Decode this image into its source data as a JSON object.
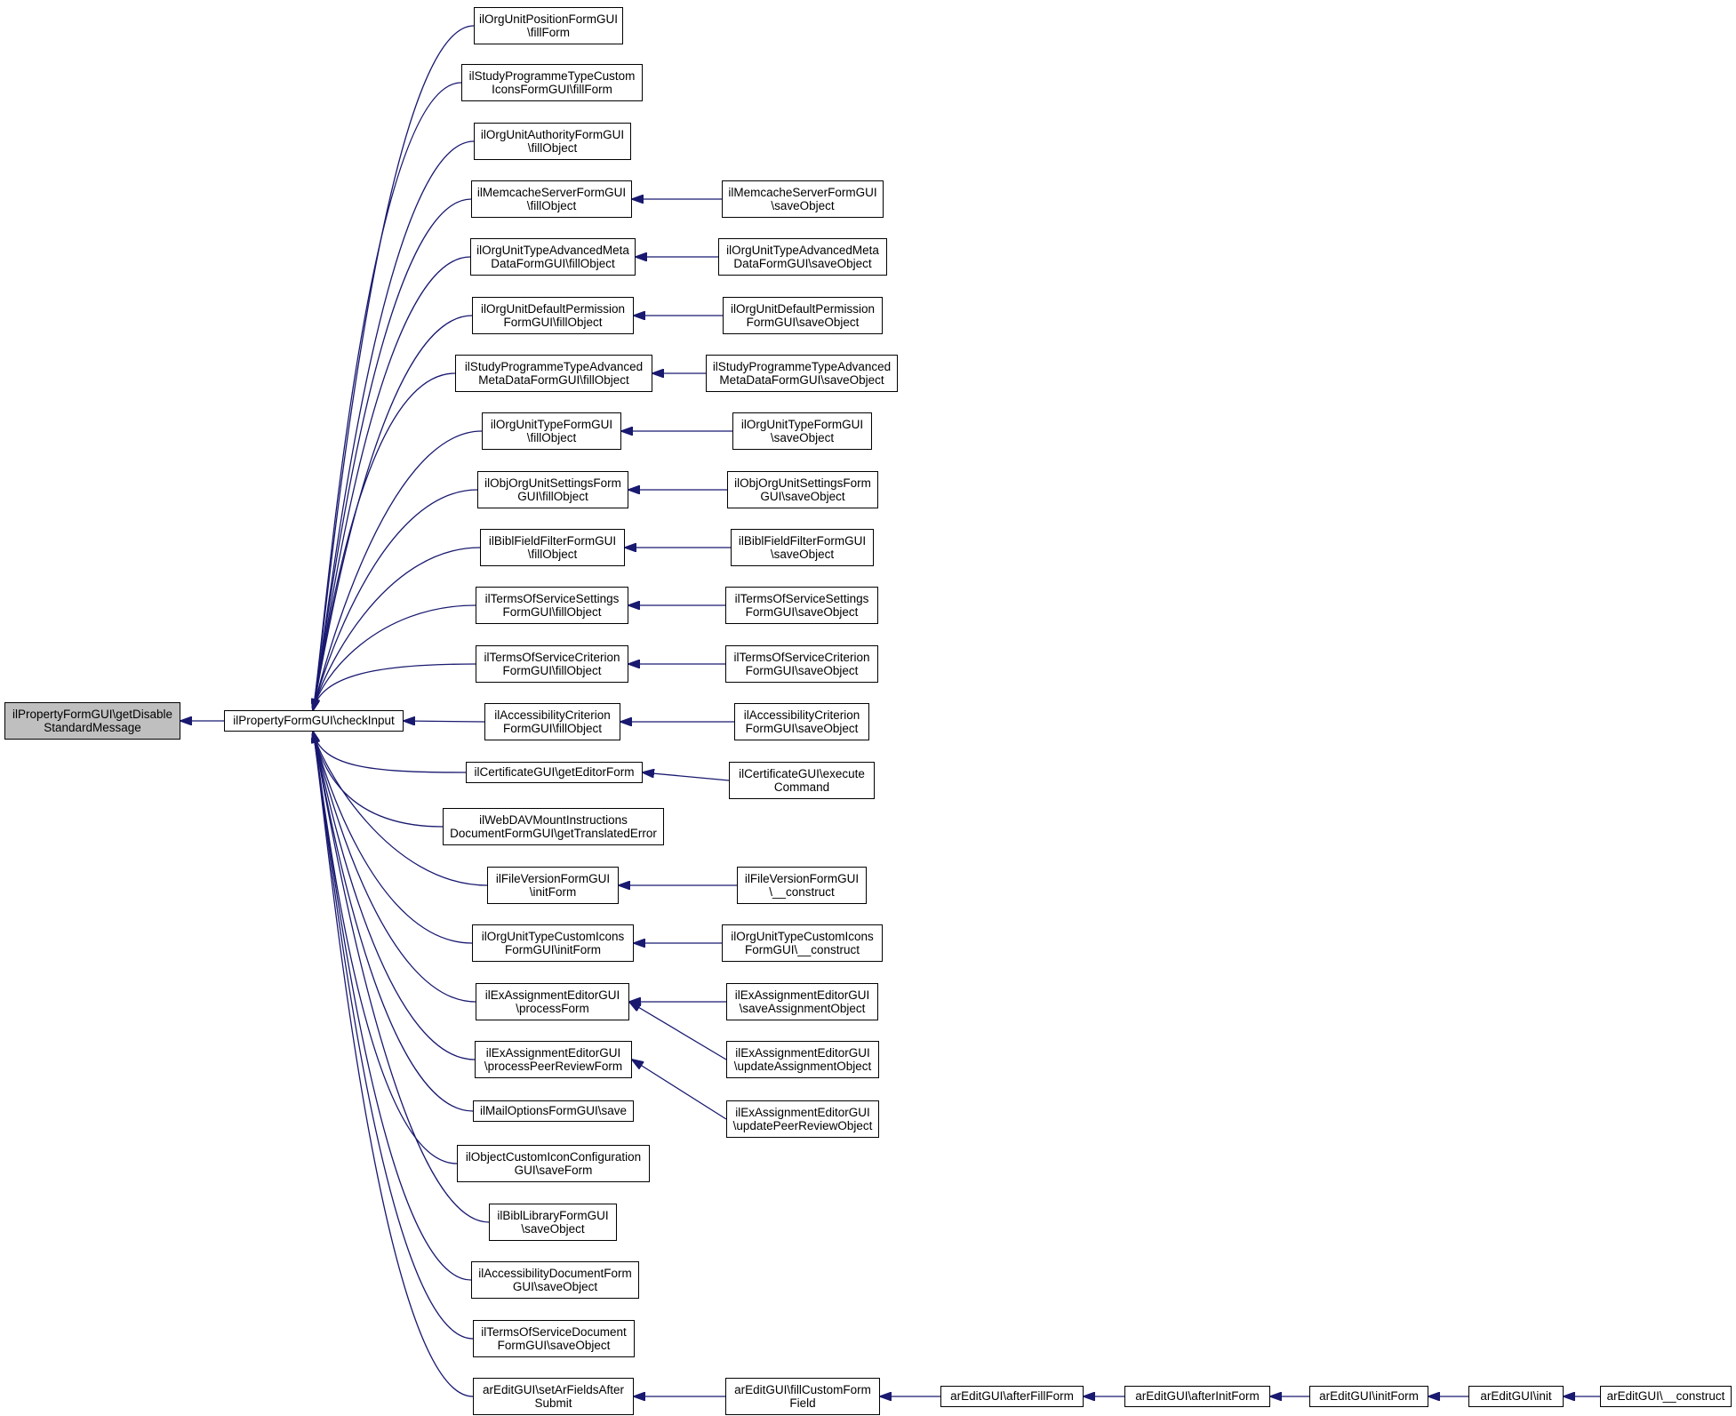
{
  "graph": {
    "edge_color": "#191970",
    "root_fill": "#bfbfbf",
    "nodes": [
      {
        "id": "root",
        "lines": [
          "ilPropertyFormGUI\\getDisable",
          "StandardMessage"
        ],
        "root": true
      },
      {
        "id": "checkInput",
        "lines": [
          "ilPropertyFormGUI\\checkInput"
        ]
      },
      {
        "id": "c1",
        "lines": [
          "ilOrgUnitPositionFormGUI",
          "\\fillForm"
        ]
      },
      {
        "id": "c2",
        "lines": [
          "ilStudyProgrammeTypeCustom",
          "IconsFormGUI\\fillForm"
        ]
      },
      {
        "id": "c3",
        "lines": [
          "ilOrgUnitAuthorityFormGUI",
          "\\fillObject"
        ]
      },
      {
        "id": "c4",
        "lines": [
          "ilMemcacheServerFormGUI",
          "\\fillObject"
        ]
      },
      {
        "id": "c5",
        "lines": [
          "ilOrgUnitTypeAdvancedMeta",
          "DataFormGUI\\fillObject"
        ]
      },
      {
        "id": "c6",
        "lines": [
          "ilOrgUnitDefaultPermission",
          "FormGUI\\fillObject"
        ]
      },
      {
        "id": "c7",
        "lines": [
          "ilStudyProgrammeTypeAdvanced",
          "MetaDataFormGUI\\fillObject"
        ]
      },
      {
        "id": "c8",
        "lines": [
          "ilOrgUnitTypeFormGUI",
          "\\fillObject"
        ]
      },
      {
        "id": "c9",
        "lines": [
          "ilObjOrgUnitSettingsForm",
          "GUI\\fillObject"
        ]
      },
      {
        "id": "c10",
        "lines": [
          "ilBiblFieldFilterFormGUI",
          "\\fillObject"
        ]
      },
      {
        "id": "c11",
        "lines": [
          "ilTermsOfServiceSettings",
          "FormGUI\\fillObject"
        ]
      },
      {
        "id": "c12",
        "lines": [
          "ilTermsOfServiceCriterion",
          "FormGUI\\fillObject"
        ]
      },
      {
        "id": "c13",
        "lines": [
          "ilAccessibilityCriterion",
          "FormGUI\\fillObject"
        ]
      },
      {
        "id": "c14",
        "lines": [
          "ilCertificateGUI\\getEditorForm"
        ]
      },
      {
        "id": "c15",
        "lines": [
          "ilWebDAVMountInstructions",
          "DocumentFormGUI\\getTranslatedError"
        ]
      },
      {
        "id": "c16",
        "lines": [
          "ilFileVersionFormGUI",
          "\\initForm"
        ]
      },
      {
        "id": "c17",
        "lines": [
          "ilOrgUnitTypeCustomIcons",
          "FormGUI\\initForm"
        ]
      },
      {
        "id": "c18",
        "lines": [
          "ilExAssignmentEditorGUI",
          "\\processForm"
        ]
      },
      {
        "id": "c19",
        "lines": [
          "ilExAssignmentEditorGUI",
          "\\processPeerReviewForm"
        ]
      },
      {
        "id": "c20",
        "lines": [
          "ilMailOptionsFormGUI\\save"
        ]
      },
      {
        "id": "c21",
        "lines": [
          "ilObjectCustomIconConfiguration",
          "GUI\\saveForm"
        ]
      },
      {
        "id": "c22",
        "lines": [
          "ilBiblLibraryFormGUI",
          "\\saveObject"
        ]
      },
      {
        "id": "c23",
        "lines": [
          "ilAccessibilityDocumentForm",
          "GUI\\saveObject"
        ]
      },
      {
        "id": "c24",
        "lines": [
          "ilTermsOfServiceDocument",
          "FormGUI\\saveObject"
        ]
      },
      {
        "id": "c25",
        "lines": [
          "arEditGUI\\setArFieldsAfter",
          "Submit"
        ]
      },
      {
        "id": "d4",
        "lines": [
          "ilMemcacheServerFormGUI",
          "\\saveObject"
        ]
      },
      {
        "id": "d5",
        "lines": [
          "ilOrgUnitTypeAdvancedMeta",
          "DataFormGUI\\saveObject"
        ]
      },
      {
        "id": "d6",
        "lines": [
          "ilOrgUnitDefaultPermission",
          "FormGUI\\saveObject"
        ]
      },
      {
        "id": "d7",
        "lines": [
          "ilStudyProgrammeTypeAdvanced",
          "MetaDataFormGUI\\saveObject"
        ]
      },
      {
        "id": "d8",
        "lines": [
          "ilOrgUnitTypeFormGUI",
          "\\saveObject"
        ]
      },
      {
        "id": "d9",
        "lines": [
          "ilObjOrgUnitSettingsForm",
          "GUI\\saveObject"
        ]
      },
      {
        "id": "d10",
        "lines": [
          "ilBiblFieldFilterFormGUI",
          "\\saveObject"
        ]
      },
      {
        "id": "d11",
        "lines": [
          "ilTermsOfServiceSettings",
          "FormGUI\\saveObject"
        ]
      },
      {
        "id": "d12",
        "lines": [
          "ilTermsOfServiceCriterion",
          "FormGUI\\saveObject"
        ]
      },
      {
        "id": "d13",
        "lines": [
          "ilAccessibilityCriterion",
          "FormGUI\\saveObject"
        ]
      },
      {
        "id": "d14",
        "lines": [
          "ilCertificateGUI\\execute",
          "Command"
        ]
      },
      {
        "id": "d16",
        "lines": [
          "ilFileVersionFormGUI",
          "\\__construct"
        ]
      },
      {
        "id": "d17",
        "lines": [
          "ilOrgUnitTypeCustomIcons",
          "FormGUI\\__construct"
        ]
      },
      {
        "id": "d18a",
        "lines": [
          "ilExAssignmentEditorGUI",
          "\\saveAssignmentObject"
        ]
      },
      {
        "id": "d18b",
        "lines": [
          "ilExAssignmentEditorGUI",
          "\\updateAssignmentObject"
        ]
      },
      {
        "id": "d19",
        "lines": [
          "ilExAssignmentEditorGUI",
          "\\updatePeerReviewObject"
        ]
      },
      {
        "id": "e1",
        "lines": [
          "arEditGUI\\fillCustomForm",
          "Field"
        ]
      },
      {
        "id": "e2",
        "lines": [
          "arEditGUI\\afterFillForm"
        ]
      },
      {
        "id": "e3",
        "lines": [
          "arEditGUI\\afterInitForm"
        ]
      },
      {
        "id": "e4",
        "lines": [
          "arEditGUI\\initForm"
        ]
      },
      {
        "id": "e5",
        "lines": [
          "arEditGUI\\init"
        ]
      },
      {
        "id": "e6",
        "lines": [
          "arEditGUI\\__construct"
        ]
      }
    ],
    "edges": [
      [
        "checkInput",
        "root"
      ],
      [
        "c1",
        "checkInput"
      ],
      [
        "c2",
        "checkInput"
      ],
      [
        "c3",
        "checkInput"
      ],
      [
        "c4",
        "checkInput"
      ],
      [
        "c5",
        "checkInput"
      ],
      [
        "c6",
        "checkInput"
      ],
      [
        "c7",
        "checkInput"
      ],
      [
        "c8",
        "checkInput"
      ],
      [
        "c9",
        "checkInput"
      ],
      [
        "c10",
        "checkInput"
      ],
      [
        "c11",
        "checkInput"
      ],
      [
        "c12",
        "checkInput"
      ],
      [
        "c13",
        "checkInput"
      ],
      [
        "c14",
        "checkInput"
      ],
      [
        "c15",
        "checkInput"
      ],
      [
        "c16",
        "checkInput"
      ],
      [
        "c17",
        "checkInput"
      ],
      [
        "c18",
        "checkInput"
      ],
      [
        "c19",
        "checkInput"
      ],
      [
        "c20",
        "checkInput"
      ],
      [
        "c21",
        "checkInput"
      ],
      [
        "c22",
        "checkInput"
      ],
      [
        "c23",
        "checkInput"
      ],
      [
        "c24",
        "checkInput"
      ],
      [
        "c25",
        "checkInput"
      ],
      [
        "d4",
        "c4"
      ],
      [
        "d5",
        "c5"
      ],
      [
        "d6",
        "c6"
      ],
      [
        "d7",
        "c7"
      ],
      [
        "d8",
        "c8"
      ],
      [
        "d9",
        "c9"
      ],
      [
        "d10",
        "c10"
      ],
      [
        "d11",
        "c11"
      ],
      [
        "d12",
        "c12"
      ],
      [
        "d13",
        "c13"
      ],
      [
        "d14",
        "c14"
      ],
      [
        "d16",
        "c16"
      ],
      [
        "d17",
        "c17"
      ],
      [
        "d18a",
        "c18"
      ],
      [
        "d18b",
        "c18"
      ],
      [
        "d19",
        "c19"
      ],
      [
        "e1",
        "c25"
      ],
      [
        "e2",
        "e1"
      ],
      [
        "e3",
        "e2"
      ],
      [
        "e4",
        "e3"
      ],
      [
        "e5",
        "e4"
      ],
      [
        "e6",
        "e5"
      ]
    ]
  }
}
